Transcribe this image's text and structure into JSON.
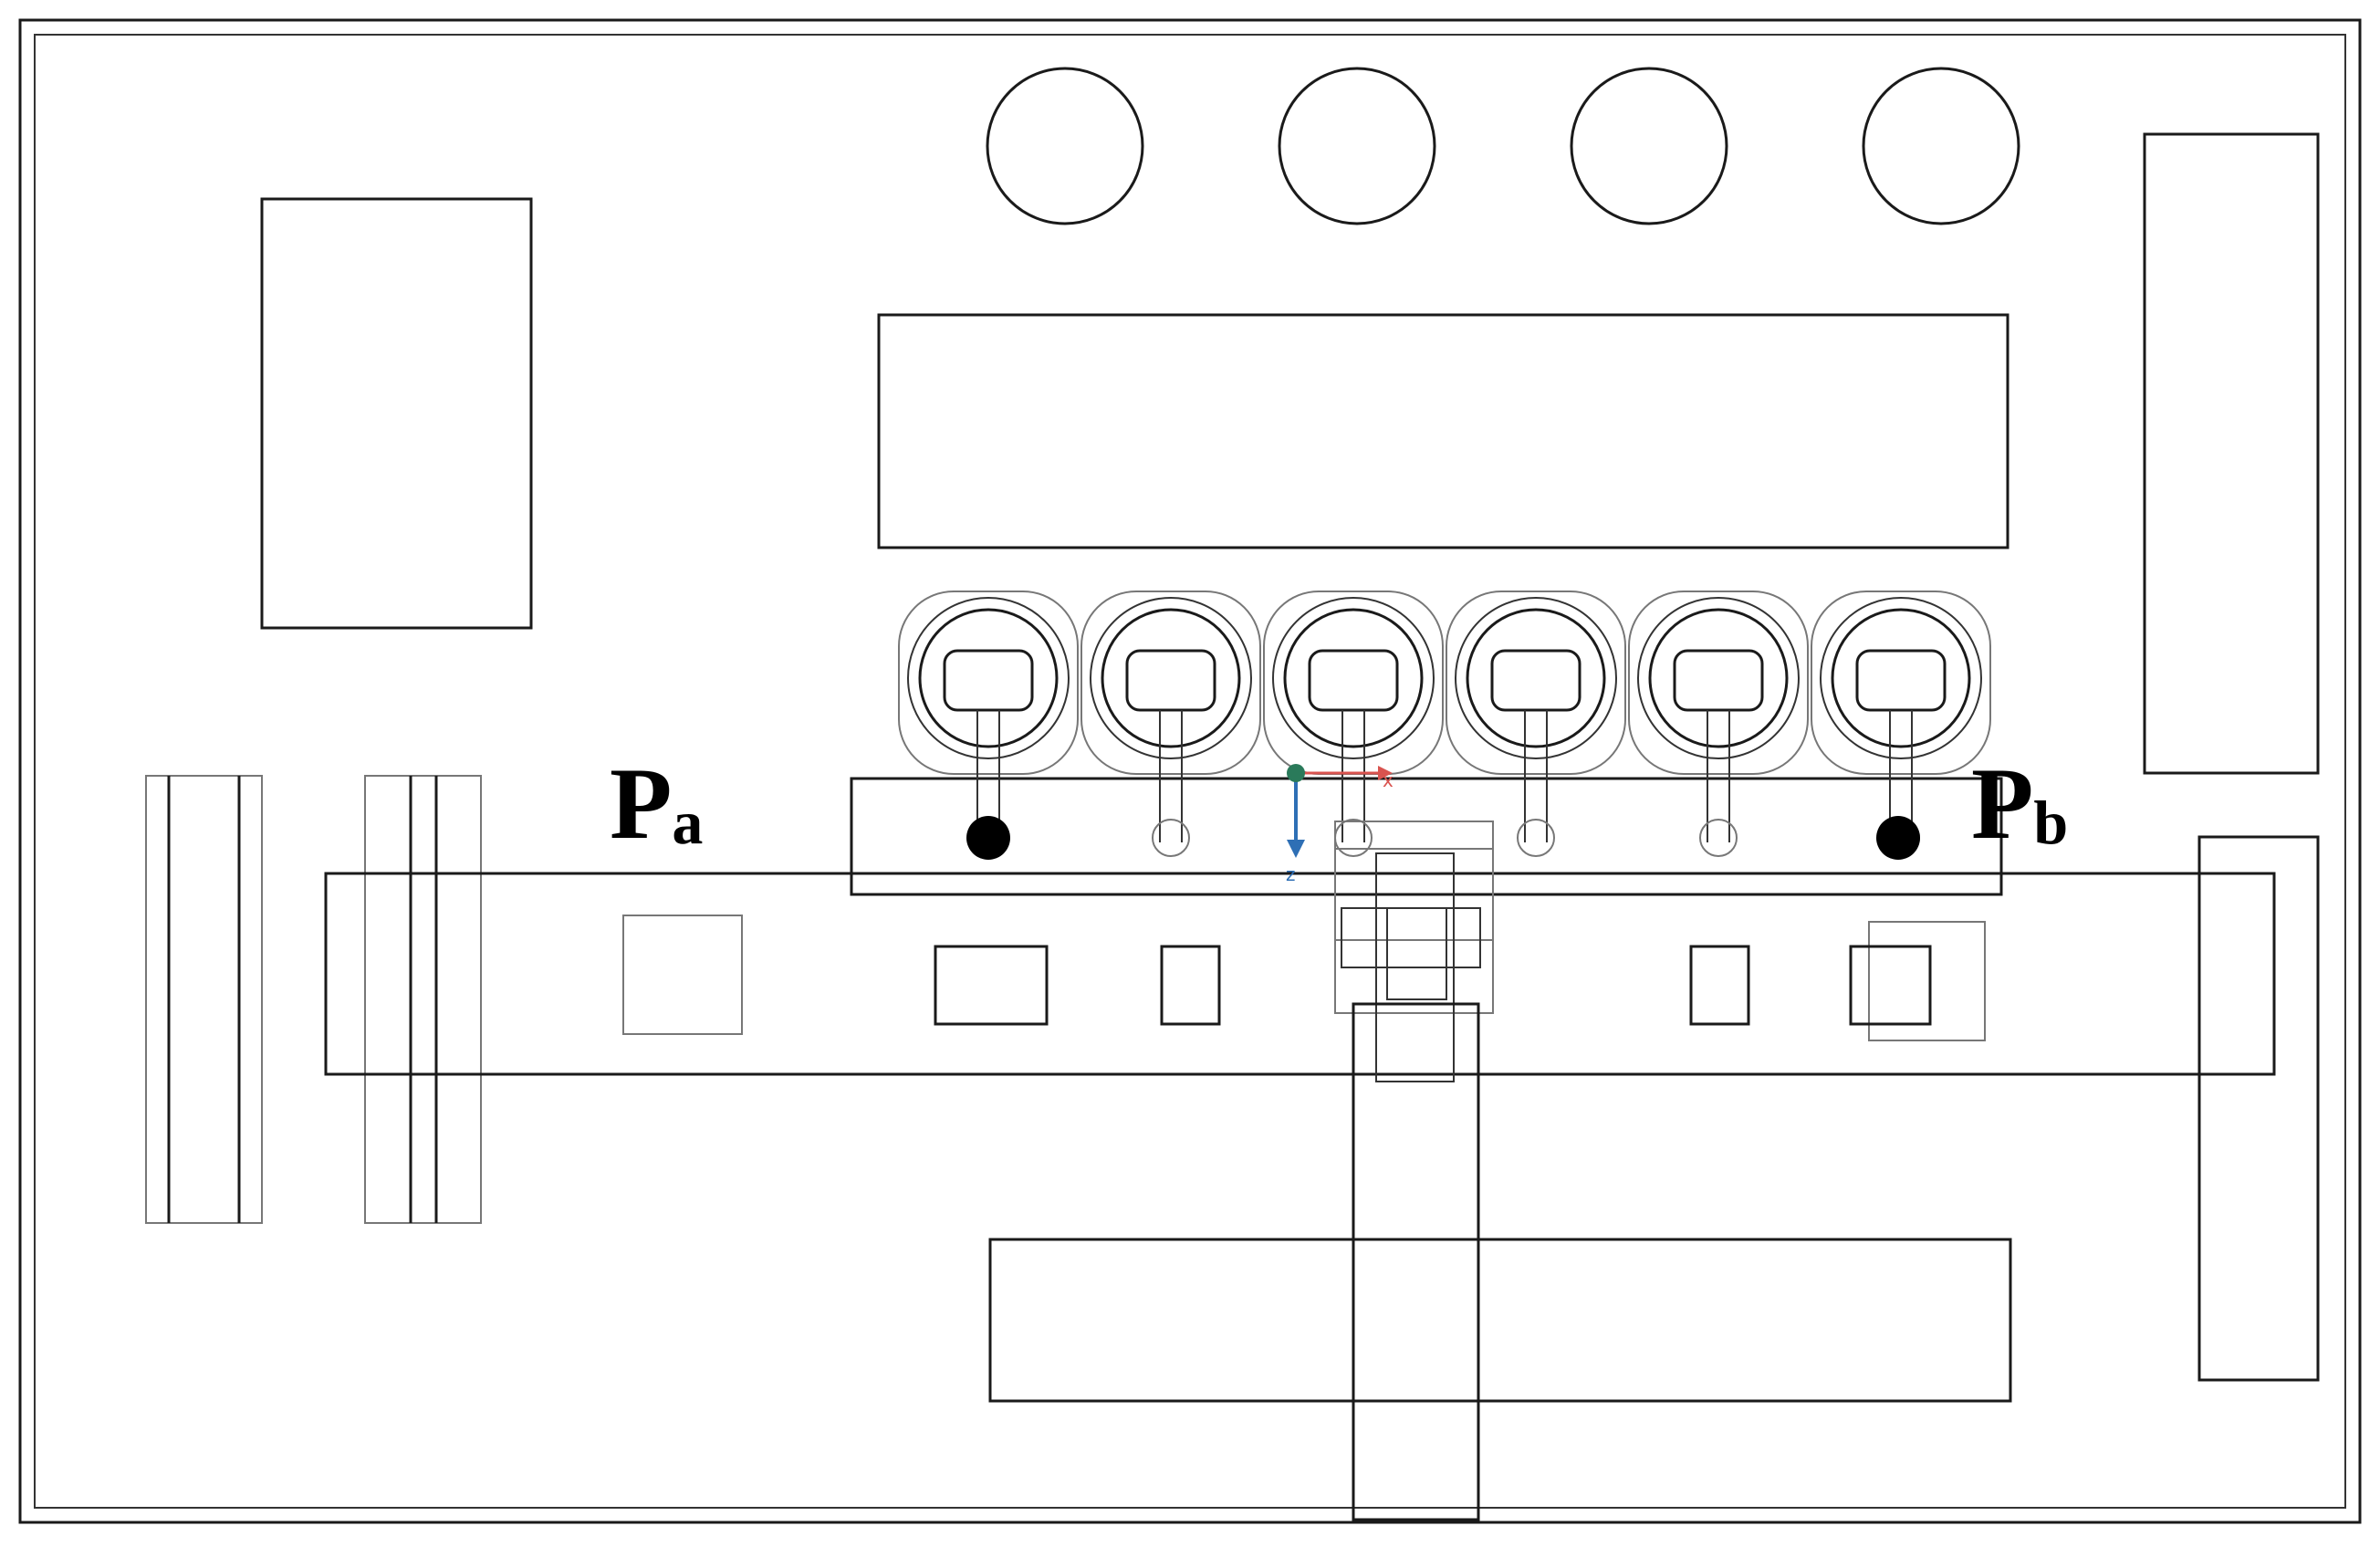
{
  "labels": {
    "pa": {
      "main": "P",
      "sub": "a"
    },
    "pb": {
      "main": "P",
      "sub": "b"
    }
  },
  "axes": {
    "x": "x",
    "z": "z"
  },
  "colors": {
    "line": "#1a1a1a",
    "point": "#000000",
    "x_axis": "#d9534f",
    "z_axis": "#2e6fb5",
    "origin": "#2a7a5a"
  },
  "counts": {
    "top_circles": 4,
    "nozzles": 6,
    "small_pads": 6
  }
}
